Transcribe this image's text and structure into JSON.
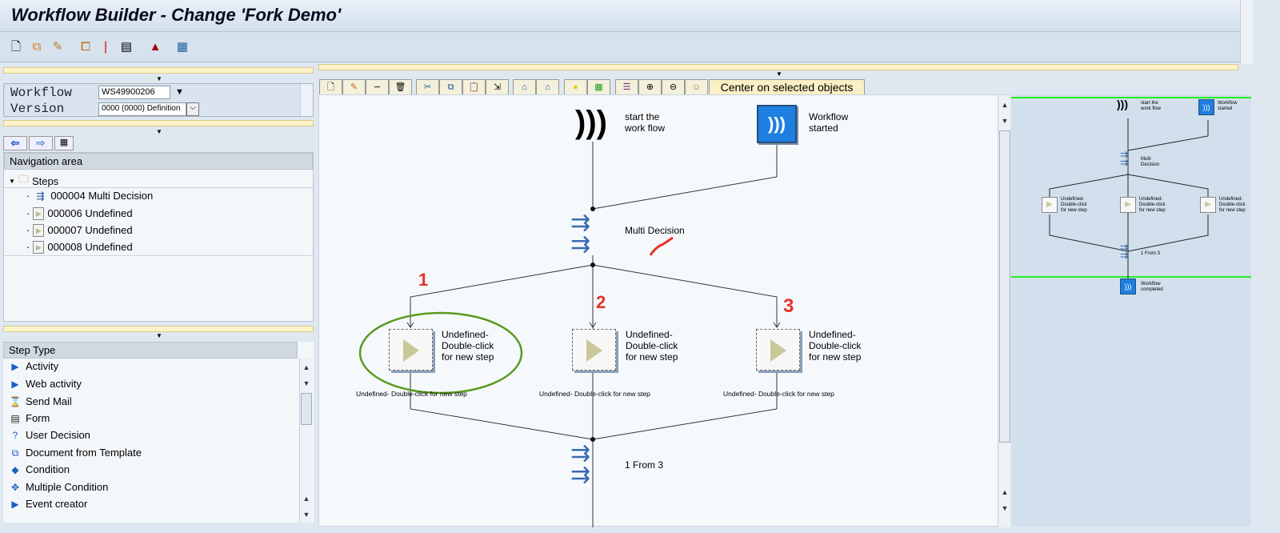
{
  "window": {
    "title": "Workflow Builder - Change 'Fork Demo'"
  },
  "toolbar": {
    "icons": [
      "new-icon",
      "copy-icon",
      "edit-icon",
      "check-icon",
      "activate-icon",
      "test-icon",
      "hat-icon",
      "layout-icon"
    ]
  },
  "header": {
    "workflow_label": "Workflow",
    "workflow_value": "WS49900206",
    "version_label": "Version",
    "version_value": "0000 (0000) Definition"
  },
  "navigation": {
    "title": "Navigation area",
    "root": "Steps",
    "items": [
      {
        "label": "000004 Multi Decision",
        "icon": "multi-decision-icon"
      },
      {
        "label": "000006 Undefined",
        "icon": "undefined-step-icon"
      },
      {
        "label": "000007 Undefined",
        "icon": "undefined-step-icon"
      },
      {
        "label": "000008 Undefined",
        "icon": "undefined-step-icon"
      }
    ]
  },
  "step_types": {
    "header": "Step Type",
    "items": [
      {
        "label": "Activity",
        "icon": "activity-icon"
      },
      {
        "label": "Web activity",
        "icon": "web-activity-icon"
      },
      {
        "label": "Send Mail",
        "icon": "send-mail-icon"
      },
      {
        "label": "Form",
        "icon": "form-icon"
      },
      {
        "label": "User Decision",
        "icon": "user-decision-icon"
      },
      {
        "label": "Document from Template",
        "icon": "document-template-icon"
      },
      {
        "label": "Condition",
        "icon": "condition-icon"
      },
      {
        "label": "Multiple Condition",
        "icon": "multiple-condition-icon"
      },
      {
        "label": "Event creator",
        "icon": "event-creator-icon"
      }
    ]
  },
  "canvas_toolbar": {
    "center_button": "Center on selected objects"
  },
  "diagram": {
    "start": "start the work flow",
    "started": "Workflow started",
    "multi_decision": "Multi Decision",
    "steps": [
      {
        "label": "Undefined- Double-click for new step",
        "caption": "Undefined- Double-click for new step",
        "annotation": "1"
      },
      {
        "label": "Undefined- Double-click for new step",
        "caption": "Undefined- Double-click for new step",
        "annotation": "2"
      },
      {
        "label": "Undefined- Double-click for new step",
        "caption": "Undefined- Double-click for new step",
        "annotation": "3"
      }
    ],
    "join": "1 From 3"
  },
  "overview": {
    "start": "start the work flow",
    "started": "Workflow started",
    "multi": "Multi Decision",
    "step": "Undefined- Double-click for new step",
    "join": "1 From 3",
    "completed": "Workflow completed"
  },
  "colors": {
    "highlight_ellipse": "#5a9a1e",
    "annotation": "#e8322a",
    "workflow_button": "#1e7fe0",
    "overview_bounds": "#22ee22"
  }
}
